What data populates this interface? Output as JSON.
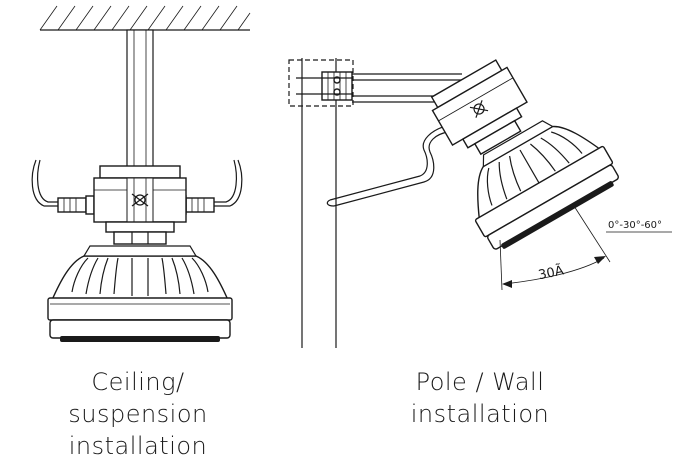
{
  "captions": {
    "left": [
      "Ceiling/",
      "suspension",
      "installation"
    ],
    "right": [
      "Pole / Wall",
      "installation"
    ]
  },
  "annotations": {
    "angle_range": "0°-30°-60°",
    "angle_value": "30Ã"
  }
}
